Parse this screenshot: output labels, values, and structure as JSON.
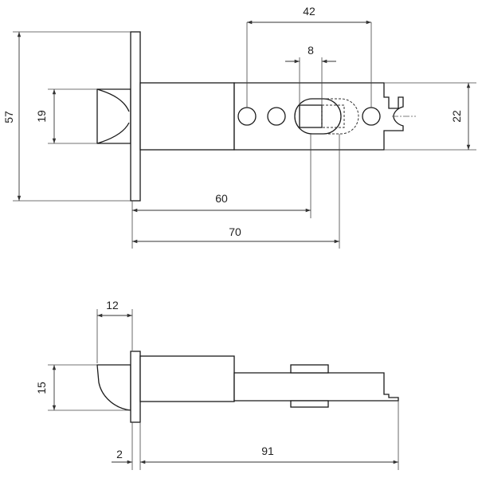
{
  "top_view": {
    "dimensions": {
      "backset_width": "42",
      "square_hole": "8",
      "faceplate_height": "57",
      "latch_height": "19",
      "case_height": "22",
      "backset_60": "60",
      "backset_70": "70"
    }
  },
  "side_view": {
    "dimensions": {
      "latch_projection": "12",
      "latch_height": "15",
      "plate_thickness": "2",
      "total_length": "91"
    }
  }
}
